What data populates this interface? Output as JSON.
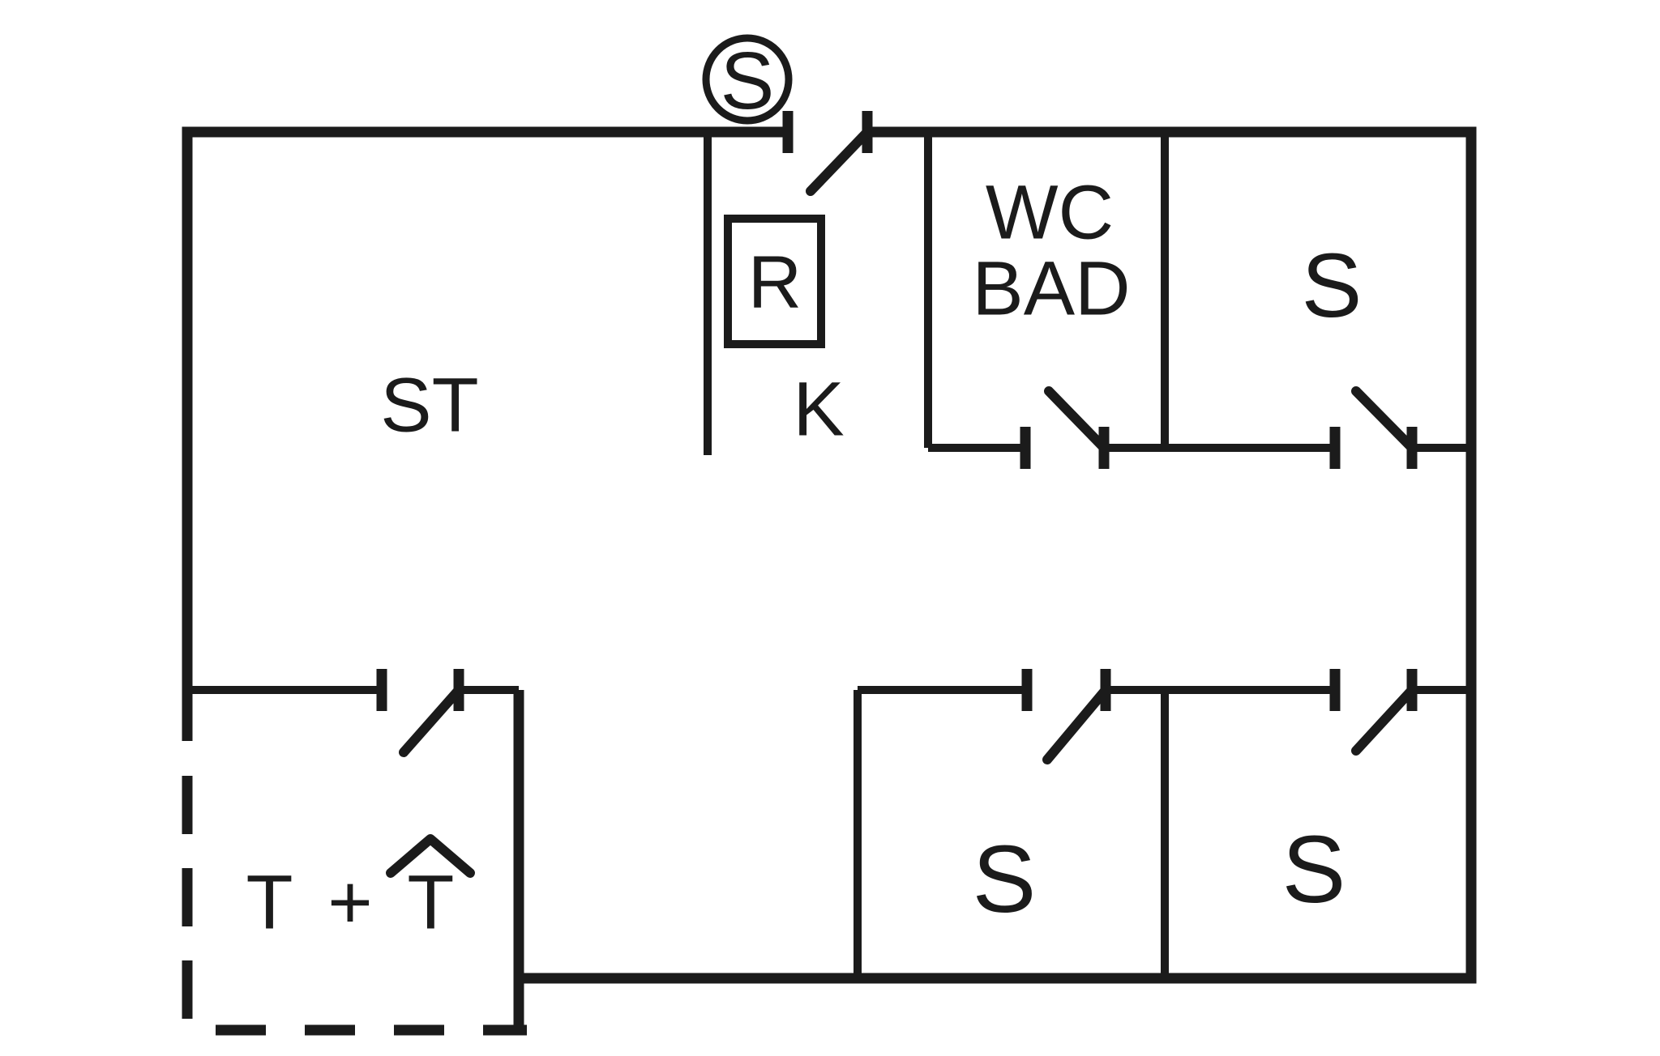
{
  "colors": {
    "background": "#ffffff",
    "line": "#1b1b1b",
    "text": "#1b1b1b"
  },
  "labels": {
    "living_room": "ST",
    "kitchen": "K",
    "fridge": "R",
    "bath_line1": "WC",
    "bath_line2": "BAD",
    "bedroom_top_right": "S",
    "bedroom_bottom_middle": "S",
    "bedroom_bottom_right": "S",
    "terrace": "T + T",
    "entrance_symbol": "S"
  }
}
